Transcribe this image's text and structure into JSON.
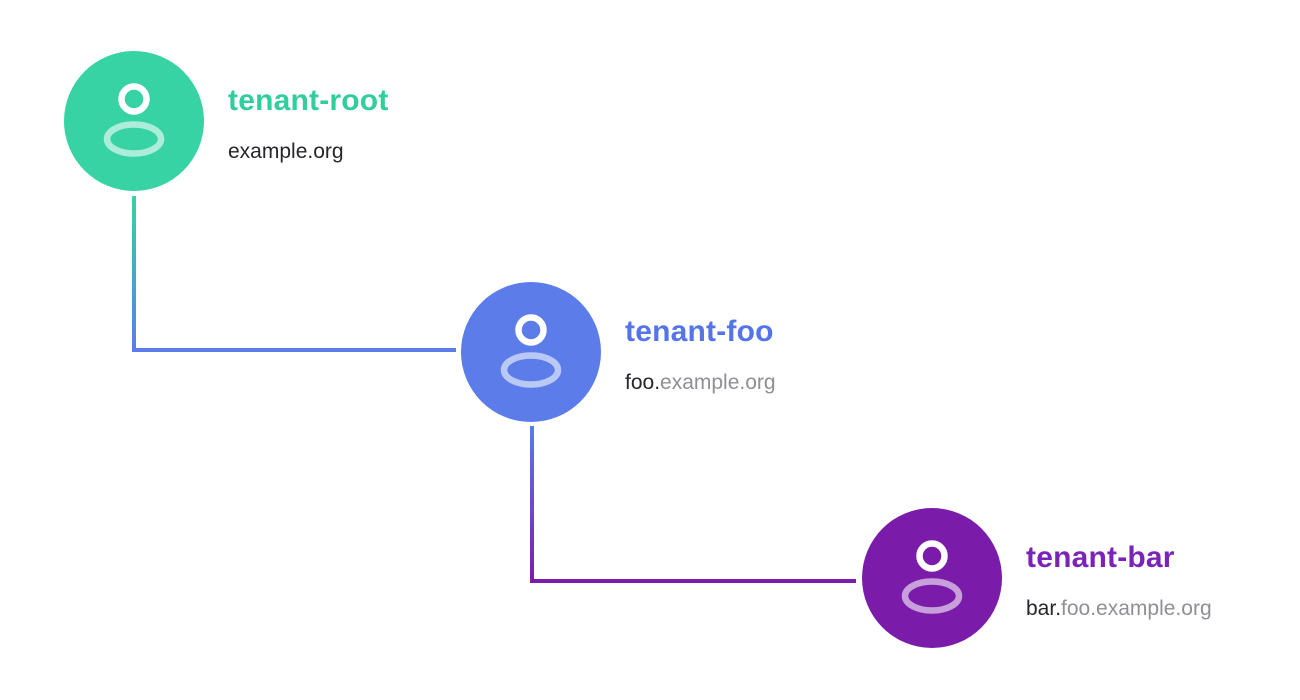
{
  "diagram": {
    "background_color": "#ffffff",
    "nodes": [
      {
        "id": "tenant-root",
        "label": "tenant-root",
        "domain_dark": "example.org",
        "domain_gray": "",
        "circle_color": "#38d3a4",
        "label_color": "#2fce9b",
        "icon": "person-icon"
      },
      {
        "id": "tenant-foo",
        "label": "tenant-foo",
        "domain_dark": "foo.",
        "domain_gray": "example.org",
        "circle_color": "#5b7ce9",
        "label_color": "#5474e9",
        "icon": "person-icon"
      },
      {
        "id": "tenant-bar",
        "label": "tenant-bar",
        "domain_dark": "bar.",
        "domain_gray": "foo.example.org",
        "circle_color": "#7a1ca9",
        "label_color": "#7b23b9",
        "icon": "person-icon"
      }
    ],
    "connectors": [
      {
        "from": "tenant-root",
        "to": "tenant-foo",
        "from_color": "#38d3a4",
        "to_color": "#5b7ce9"
      },
      {
        "from": "tenant-foo",
        "to": "tenant-bar",
        "from_color": "#5b7ce9",
        "to_color": "#7a1ca9"
      }
    ],
    "text_colors": {
      "domain_dark": "#26262a",
      "domain_gray": "#8f9095"
    }
  }
}
